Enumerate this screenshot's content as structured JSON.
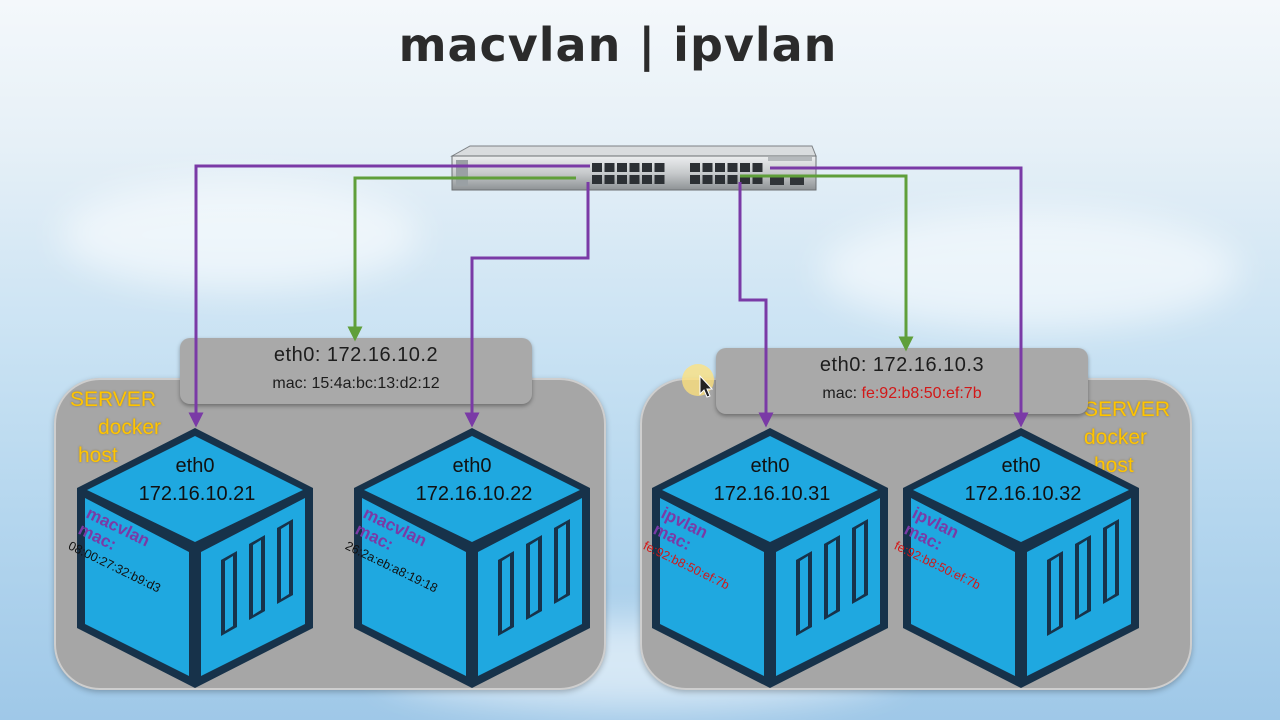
{
  "title": "macvlan | ipvlan",
  "colors": {
    "purple_link": "#7a3aa6",
    "green_link": "#5f9f3a",
    "server_label": "#ffc400",
    "mac_red": "#d21818",
    "cube_blue": "#1fa8e0",
    "cube_outline": "#17324a"
  },
  "left_server": {
    "label_lines": [
      "SERVER",
      "docker",
      "host"
    ],
    "eth0": "eth0: 172.16.10.2",
    "mac_label": "mac: ",
    "mac_value": "15:4a:bc:13:d2:12",
    "containers": [
      {
        "iface": "eth0",
        "ip": "172.16.10.21",
        "driver": "macvlan",
        "mac_label": "mac:",
        "mac": "08:00:27:32:b9:d3"
      },
      {
        "iface": "eth0",
        "ip": "172.16.10.22",
        "driver": "macvlan",
        "mac_label": "mac:",
        "mac": "26:2a:eb:a8:19:18"
      }
    ]
  },
  "right_server": {
    "label_lines": [
      "SERVER",
      "docker",
      "host"
    ],
    "eth0": "eth0: 172.16.10.3",
    "mac_label": "mac: ",
    "mac_value": "fe:92:b8:50:ef:7b",
    "containers": [
      {
        "iface": "eth0",
        "ip": "172.16.10.31",
        "driver": "ipvlan",
        "mac_label": "mac:",
        "mac": "fe:92:b8:50:ef:7b"
      },
      {
        "iface": "eth0",
        "ip": "172.16.10.32",
        "driver": "ipvlan",
        "mac_label": "mac:",
        "mac": "fe:92:b8:50:ef:7b"
      }
    ]
  },
  "switch": {
    "icon": "network-switch-icon"
  }
}
